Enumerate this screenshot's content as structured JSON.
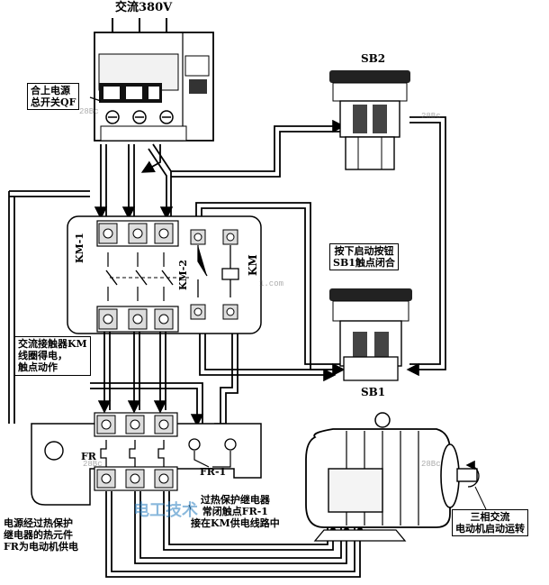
{
  "labels": {
    "ac_supply": "交流380V",
    "main_switch_line1": "合上电源",
    "main_switch_line2": "总开关QF",
    "sb2": "SB2",
    "sb1_note_line1": "按下启动按钮",
    "sb1_note_line2": "SB1触点闭合",
    "sb1": "SB1",
    "km1": "KM-1",
    "km2": "KM-2",
    "km": "KM",
    "contactor_note_line1": "交流接触器KM",
    "contactor_note_line2": "线圈得电，",
    "contactor_note_line3": "触点动作",
    "fr": "FR",
    "fr1": "FR-1",
    "thermal_note_line1": "电源经过热保护",
    "thermal_note_line2": "继电器的热元件",
    "thermal_note_line3": "FR为电动机供电",
    "relay_note_line1": "过热保护继电器",
    "relay_note_line2": "常闭触点FR-1",
    "relay_note_line3": "接在KM供电线路中",
    "motor_note_line1": "三相交流",
    "motor_note_line2": "电动机启动运转"
  },
  "watermarks": {
    "brand": "电工技术",
    "site_fragment": "28Bc",
    "site_fragment_2": "1.com"
  },
  "colors": {
    "ink": "#000000",
    "paper": "#ffffff",
    "watermark": "#2a7fc0"
  }
}
